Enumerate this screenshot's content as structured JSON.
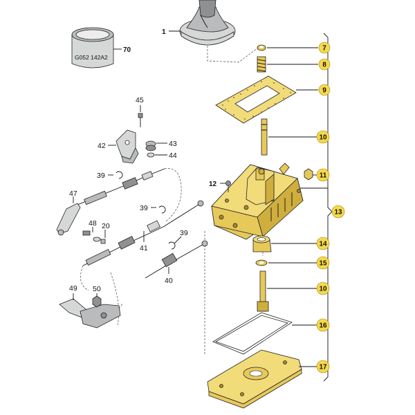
{
  "callouts": {
    "c1": "1",
    "c70": "70",
    "c7": "7",
    "c8": "8",
    "c9": "9",
    "c10a": "10",
    "c11": "11",
    "c12": "12",
    "c13": "13",
    "c14": "14",
    "c15": "15",
    "c10b": "10",
    "c16": "16",
    "c17": "17",
    "c45": "45",
    "c42": "42",
    "c43": "43",
    "c44": "44",
    "c39a": "39",
    "c47": "47",
    "c39b": "39",
    "c48": "48",
    "c20": "20",
    "c41": "41",
    "c39c": "39",
    "c40": "40",
    "c49": "49",
    "c50": "50"
  },
  "tube_marking": "G052 142A2",
  "colors": {
    "highlight": "#f5d94a",
    "body": "#f2dc7a",
    "metal": "#d6d8d8"
  }
}
